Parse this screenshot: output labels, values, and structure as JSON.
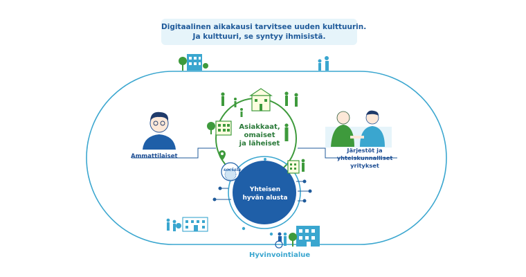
{
  "banner": {
    "line1": "Digitaalinen aikakausi tarvitsee uuden kulttuurin.",
    "line2": "Ja kulttuuri, se syntyy ihmisistä."
  },
  "labels": {
    "professionals": "Ammattilaiset",
    "clients_line1": "Asiakkaat,",
    "clients_line2": "omaiset",
    "clients_line3": "ja läheiset",
    "orgs_line1": "Järjestöt ja",
    "orgs_line2": "yhteiskunnalliset yritykset",
    "platform_line1": "Yhteisen",
    "platform_line2": "hyvän alusta",
    "region": "Hyvinvointialue",
    "logo": "sociala"
  },
  "colors": {
    "outer_line": "#3aa6cf",
    "green": "#3e9a3c",
    "dark_blue": "#1f5fa8",
    "light_blue": "#3aa6cf",
    "text_blue": "#1f4f94",
    "text_green": "#2b7a3a",
    "banner_bg": "#e6f4fa"
  }
}
